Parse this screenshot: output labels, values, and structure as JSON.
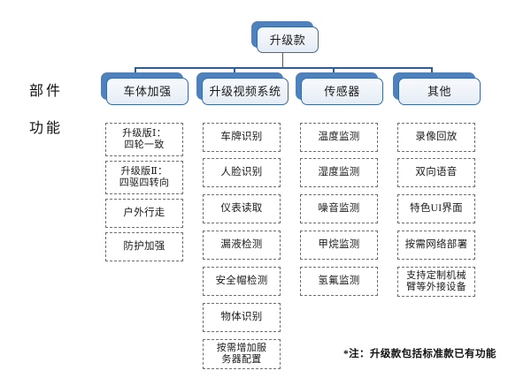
{
  "diagram": {
    "root": {
      "label": "升级款"
    },
    "row_labels": {
      "components": "部件",
      "functions": "功能"
    },
    "columns": [
      {
        "header": "车体加强",
        "items": [
          "升级版Ⅰ：\n四轮一致",
          "升级版Ⅱ：\n四驱四转向",
          "户外行走",
          "防护加强"
        ]
      },
      {
        "header": "升级视频系统",
        "items": [
          "车牌识别",
          "人脸识别",
          "仪表读取",
          "漏液检测",
          "安全帽检测",
          "物体识别",
          "按需增加服\n务器配置"
        ]
      },
      {
        "header": "传感器",
        "items": [
          "温度监测",
          "湿度监测",
          "噪音监测",
          "甲烷监测",
          "氢氟监测"
        ]
      },
      {
        "header": "其他",
        "items": [
          "录像回放",
          "双向语音",
          "特色UI界面",
          "按需网络部署",
          "支持定制机械\n臂等外接设备"
        ]
      }
    ],
    "footnote": "*注：升级款包括标准款已有功能",
    "colors": {
      "box_fill": "#eef3f9",
      "box_border": "#3f6a9e",
      "box_shadow": "#4f81bd",
      "connector": "#2e5f94",
      "dashed_border": "#6e6e6e",
      "text": "#1a1a1a"
    }
  }
}
